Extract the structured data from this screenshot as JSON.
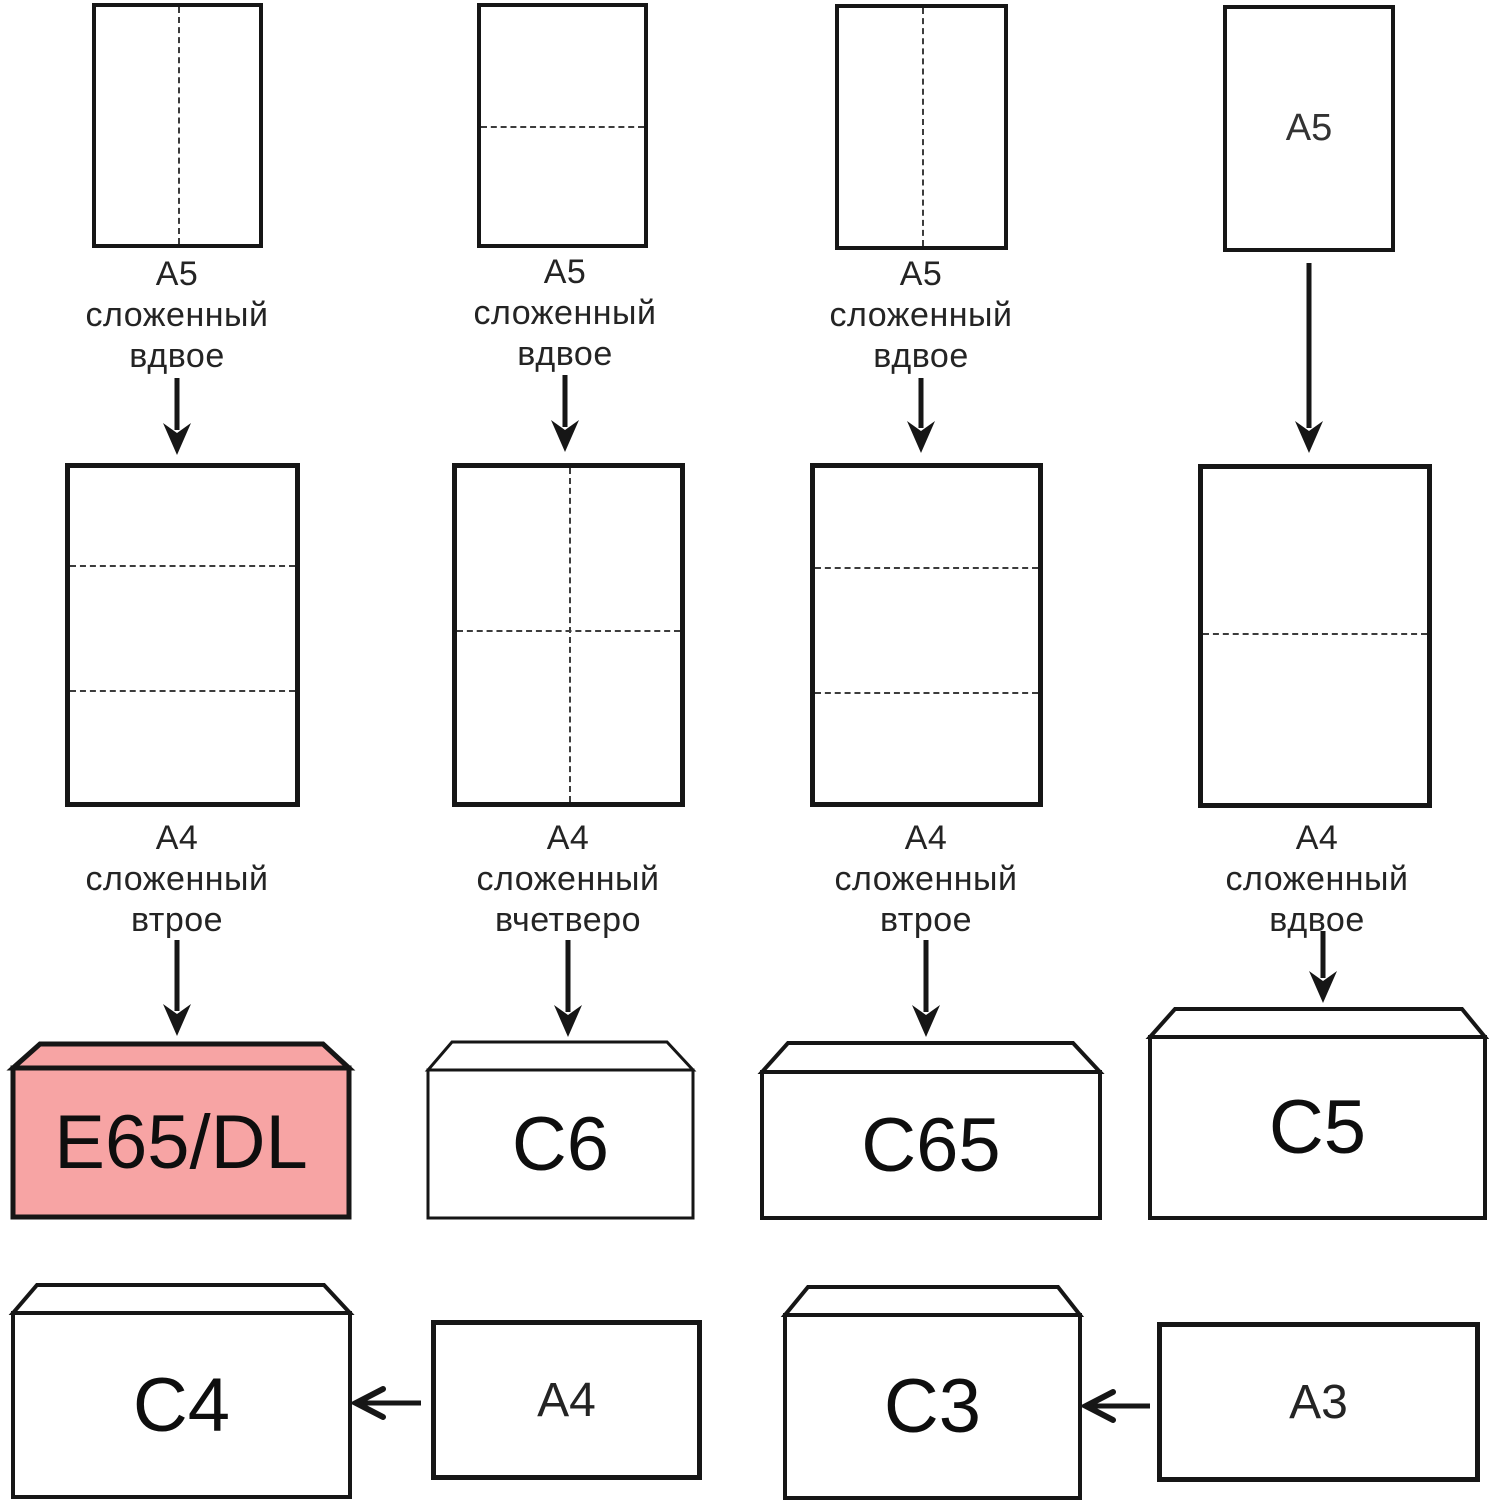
{
  "colors": {
    "ink": "#161616",
    "text": "#242424",
    "highlight_fill": "#F7A4A4",
    "envelope_fill": "#ffffff"
  },
  "columns": [
    {
      "top_caption": [
        "A5",
        "сложенный",
        "вдвое"
      ],
      "mid_caption": [
        "A4",
        "сложенный",
        "втрое"
      ],
      "envelope": {
        "label": "E65/DL",
        "highlighted": true
      }
    },
    {
      "top_caption": [
        "A5",
        "сложенный",
        "вдвое"
      ],
      "mid_caption": [
        "A4",
        "сложенный",
        "вчетверо"
      ],
      "envelope": {
        "label": "C6",
        "highlighted": false
      }
    },
    {
      "top_caption": [
        "A5",
        "сложенный",
        "вдвое"
      ],
      "mid_caption": [
        "A4",
        "сложенный",
        "втрое"
      ],
      "envelope": {
        "label": "C65",
        "highlighted": false
      }
    },
    {
      "top_paper_label": "A5",
      "mid_caption": [
        "A4",
        "сложенный",
        "вдвое"
      ],
      "envelope": {
        "label": "C5",
        "highlighted": false
      }
    }
  ],
  "bottom_pairs": [
    {
      "envelope_label": "C4",
      "source_label": "A4"
    },
    {
      "envelope_label": "C3",
      "source_label": "A3"
    }
  ]
}
